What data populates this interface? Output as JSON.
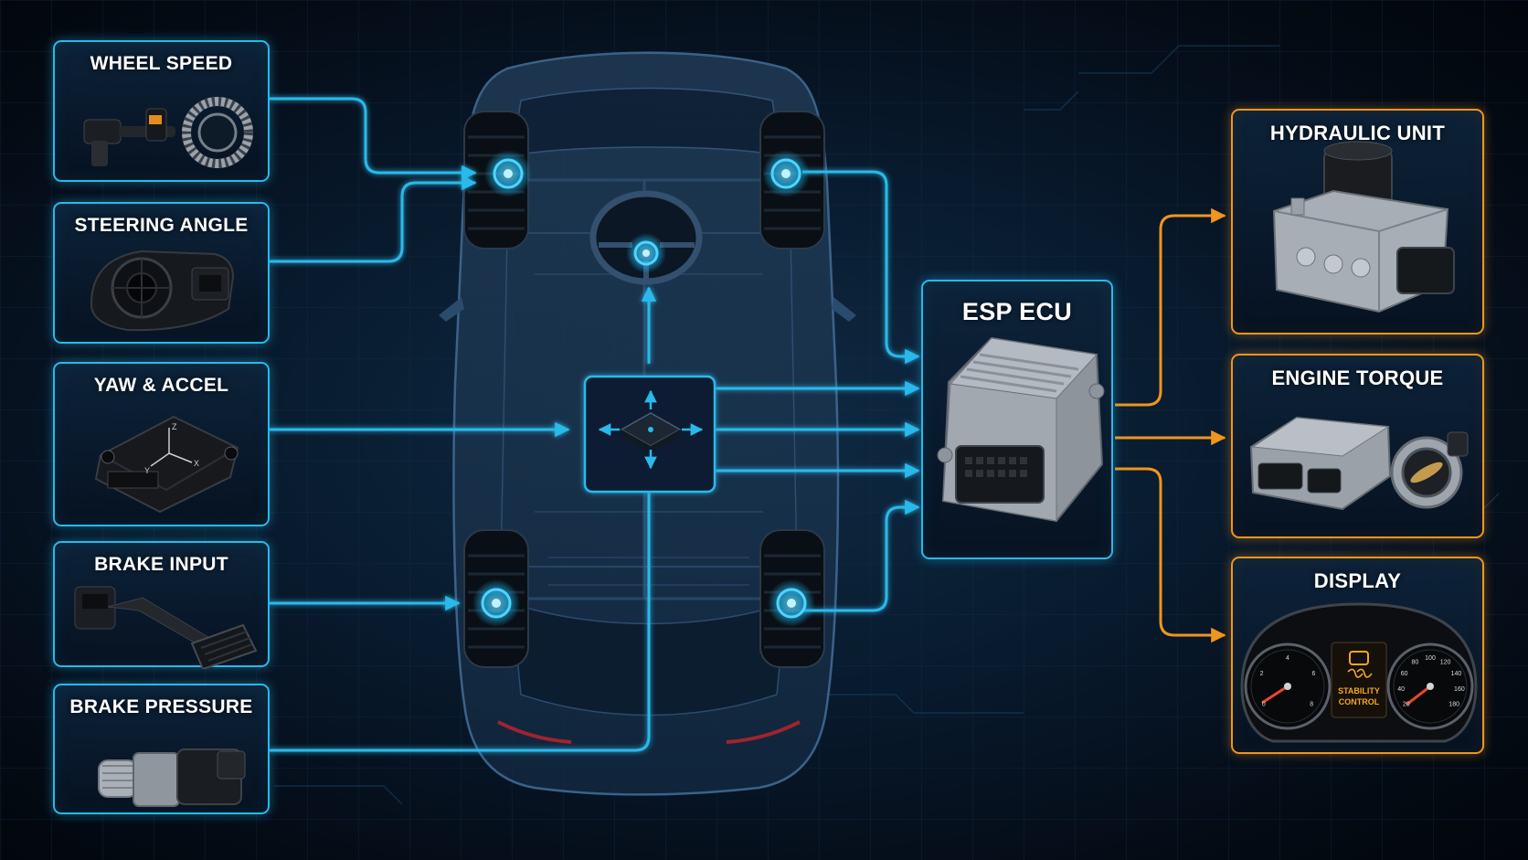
{
  "inputs": {
    "wheel_speed": "WHEEL SPEED",
    "steering_angle": "STEERING ANGLE",
    "yaw_accel": "YAW & ACCEL",
    "brake_input": "BRAKE INPUT",
    "brake_pressure": "BRAKE PRESSURE"
  },
  "ecu": {
    "title": "ESP ECU"
  },
  "outputs": {
    "hydraulic_unit": "HYDRAULIC UNIT",
    "engine_torque": "ENGINE TORQUE",
    "display": "DISPLAY"
  },
  "sensor_axes": {
    "z": "Z",
    "y": "Y",
    "x": "X"
  },
  "display_warning": {
    "line1": "STABILITY",
    "line2": "CONTROL"
  },
  "gauges": {
    "left_ticks": [
      "0",
      "2",
      "4",
      "6",
      "8"
    ],
    "right_ticks": [
      "20",
      "40",
      "60",
      "80",
      "100",
      "120",
      "140",
      "160",
      "180"
    ]
  },
  "colors": {
    "input_accent": "#29b9ea",
    "output_accent": "#f0951d",
    "background": "#071425",
    "warning": "#f6a623"
  },
  "icons": {
    "wheel_speed": "wheel-speed-sensor-icon",
    "steering_angle": "steering-angle-sensor-icon",
    "yaw_accel": "yaw-rate-sensor-icon",
    "brake_input": "brake-pedal-icon",
    "brake_pressure": "pressure-sensor-icon",
    "ecu": "ecu-module-icon",
    "hydraulic_unit": "hydraulic-modulator-icon",
    "engine_torque": "engine-control-icon",
    "display": "instrument-cluster-icon"
  }
}
